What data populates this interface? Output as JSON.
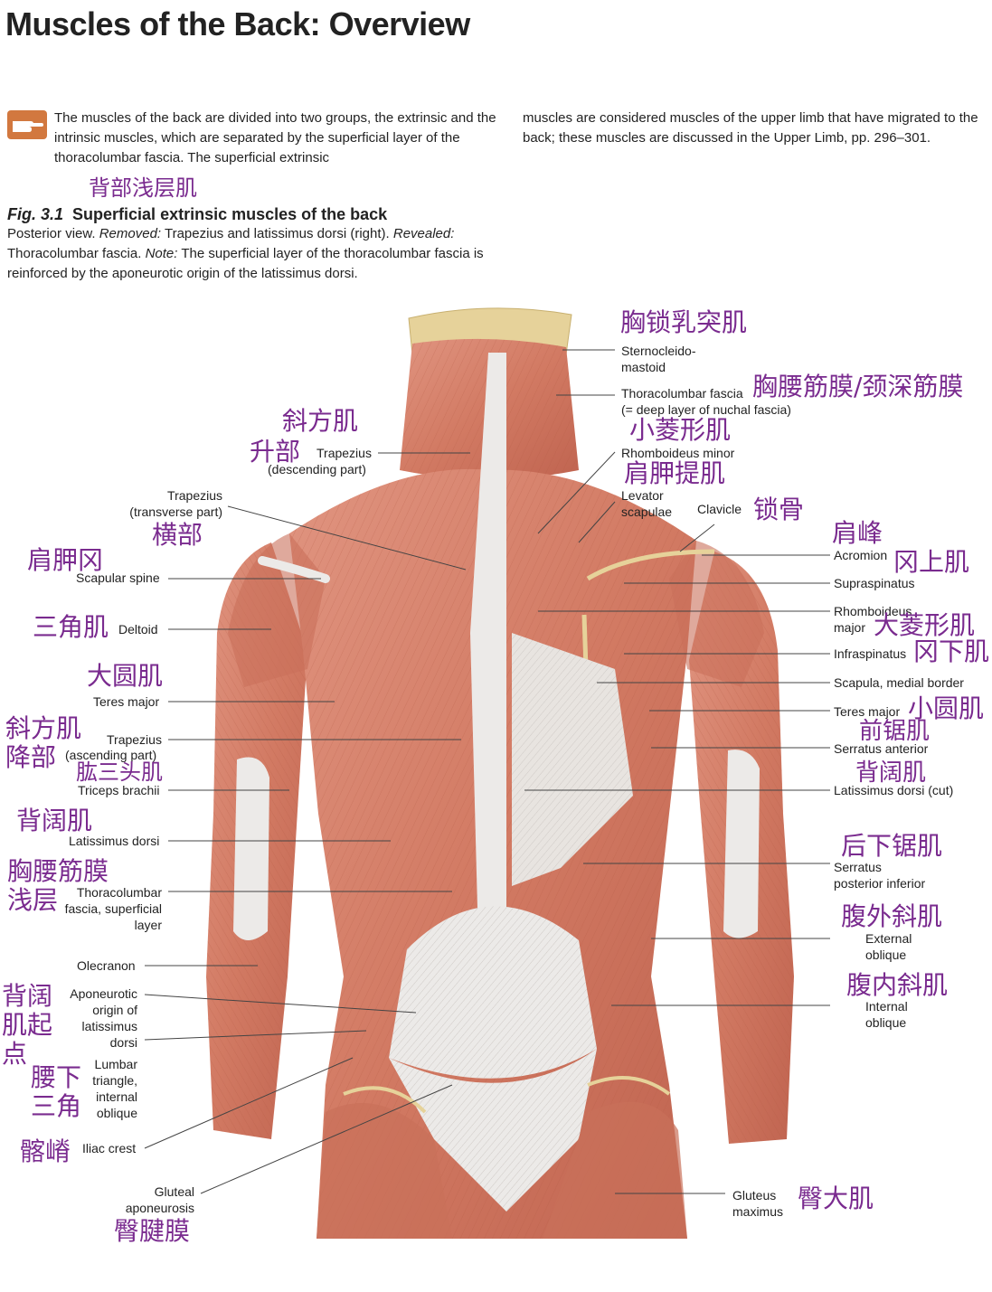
{
  "title": "Muscles of the Back: Overview",
  "intro_left": "The muscles of the back are divided into two groups, the extrinsic and the intrinsic muscles, which are separated by the superficial layer of the thoracolumbar fascia. The superficial extrinsic",
  "intro_right": "muscles are considered muscles of the upper limb that have migrated to the back; these muscles are discussed in the Upper Limb, pp. 296–301.",
  "figure": {
    "cn_heading": "背部浅层肌",
    "number": "Fig. 3.1",
    "title": "Superficial extrinsic muscles of the back",
    "caption_1": "Posterior view. ",
    "caption_removed_label": "Removed:",
    "caption_2": " Trapezius and latissimus dorsi (right). ",
    "caption_revealed_label": "Revealed:",
    "caption_3": " Thoracolumbar fascia. ",
    "caption_note_label": "Note:",
    "caption_4": " The superficial layer of the thoracolumbar fascia is reinforced by the aponeurotic origin of the latissimus dorsi."
  },
  "labels_left": [
    {
      "en": "Trapezius",
      "en2": "(descending part)",
      "cn": "斜方肌",
      "cn2": "升部"
    },
    {
      "en": "Trapezius",
      "en2": "(transverse part)",
      "cn": "横部"
    },
    {
      "en": "Scapular spine",
      "cn": "肩胛冈"
    },
    {
      "en": "Deltoid",
      "cn": "三角肌"
    },
    {
      "en": "Teres major",
      "cn": "大圆肌"
    },
    {
      "en": "Trapezius",
      "en2": "(ascending part)",
      "cn": "斜方肌",
      "cn2": "降部"
    },
    {
      "en": "Triceps brachii",
      "cn": "肱三头肌"
    },
    {
      "en": "Latissimus dorsi",
      "cn": "背阔肌"
    },
    {
      "en": "Thoracolumbar",
      "en2": "fascia, superficial",
      "en3": "layer",
      "cn": "胸腰筋膜",
      "cn2": "浅层"
    },
    {
      "en": "Olecranon"
    },
    {
      "en": "Aponeurotic",
      "en2": "origin of",
      "en3": "latissimus",
      "en4": "dorsi",
      "cn": "背阔",
      "cn2": "肌起",
      "cn3": "点"
    },
    {
      "en": "Lumbar",
      "en2": "triangle,",
      "en3": "internal",
      "en4": "oblique",
      "cn": "腰下",
      "cn2": "三角"
    },
    {
      "en": "Iliac crest",
      "cn": "髂嵴"
    },
    {
      "en": "Gluteal",
      "en2": "aponeurosis",
      "cn": "臀腱膜"
    }
  ],
  "labels_right": [
    {
      "en": "Sternocleido-",
      "en2": "mastoid",
      "cn": "胸锁乳突肌"
    },
    {
      "en": "Thoracolumbar fascia",
      "en2": "(= deep layer of nuchal fascia)",
      "cn": "胸腰筋膜/颈深筋膜"
    },
    {
      "en": "Rhomboideus minor",
      "cn": "小菱形肌"
    },
    {
      "en": "Levator",
      "en2": "scapulae",
      "cn": "肩胛提肌"
    },
    {
      "en": "Clavicle",
      "cn": "锁骨"
    },
    {
      "en": "Acromion",
      "cn": "肩峰"
    },
    {
      "en": "Supraspinatus",
      "cn": "冈上肌"
    },
    {
      "en": "Rhomboideus",
      "en2": "major",
      "cn": "大菱形肌"
    },
    {
      "en": "Infraspinatus",
      "cn": "冈下肌"
    },
    {
      "en": "Scapula, medial border"
    },
    {
      "en": "Teres major",
      "cn": "小圆肌"
    },
    {
      "en": "Serratus anterior",
      "cn": "前锯肌"
    },
    {
      "en": "Latissimus dorsi (cut)",
      "cn": "背阔肌"
    },
    {
      "en": "Serratus",
      "en2": "posterior inferior",
      "cn": "后下锯肌"
    },
    {
      "en": "External",
      "en2": "oblique",
      "cn": "腹外斜肌"
    },
    {
      "en": "Internal",
      "en2": "oblique",
      "cn": "腹内斜肌"
    },
    {
      "en": "Gluteus",
      "en2": "maximus",
      "cn": "臀大肌"
    }
  ],
  "colors": {
    "muscle": "#d9806a",
    "muscle_dark": "#b85a44",
    "fascia": "#eceae8",
    "bone": "#e6d29a",
    "annotation": "#7a2b8f",
    "leader": "#444444"
  }
}
